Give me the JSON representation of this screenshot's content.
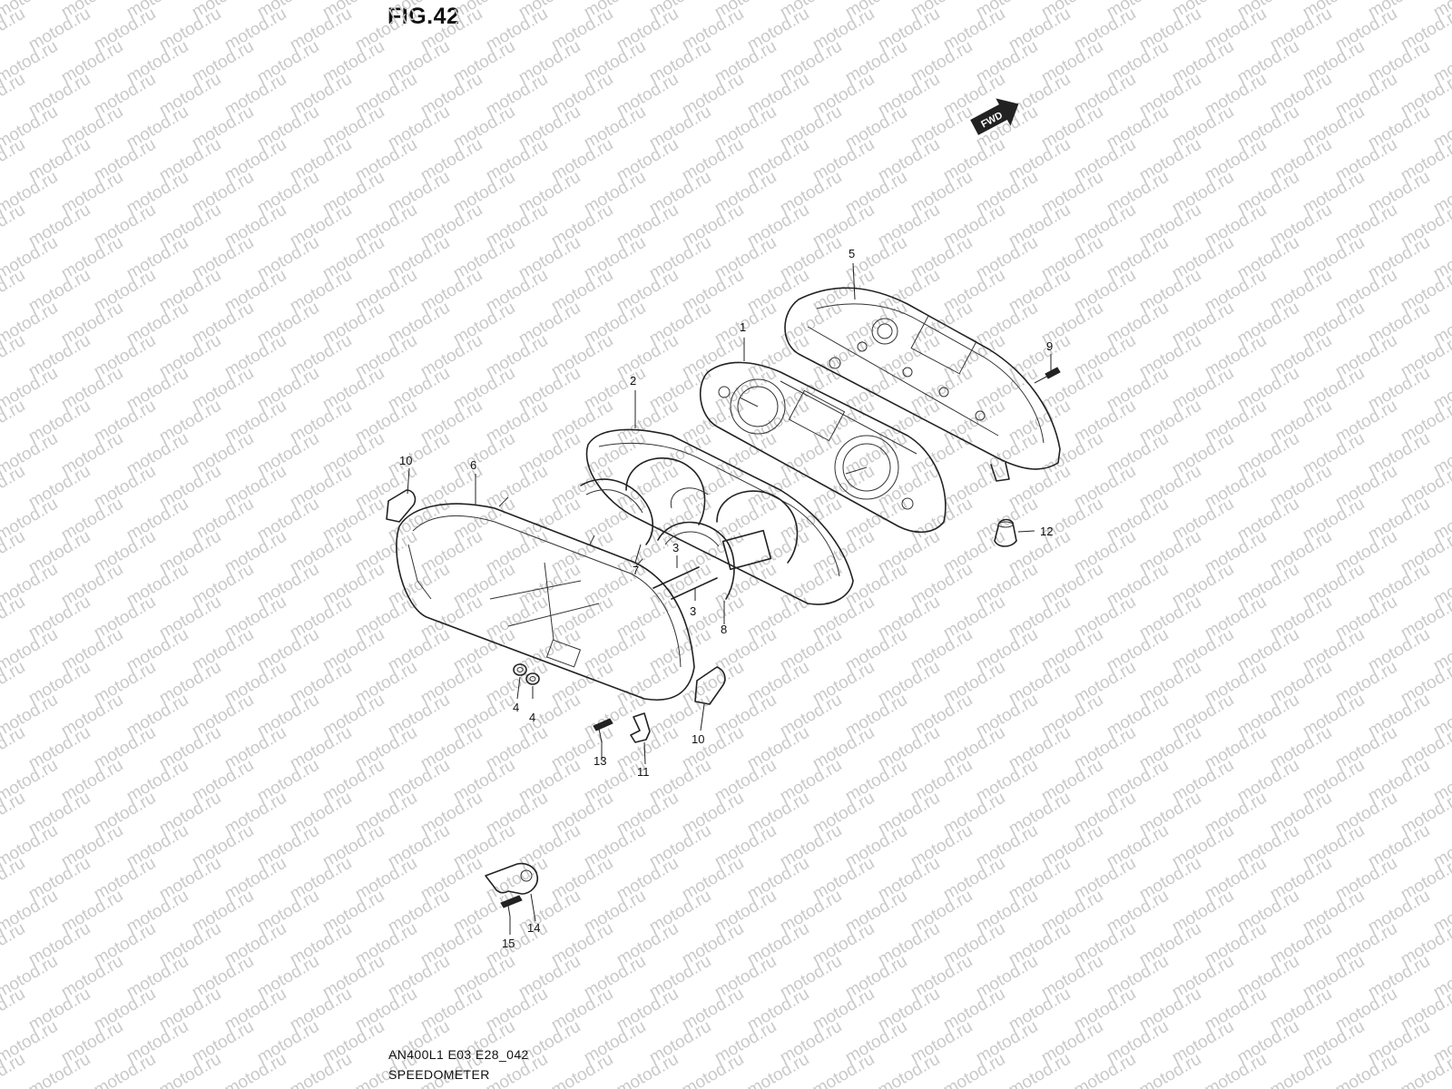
{
  "figure": {
    "title": "FIG.42",
    "code": "AN400L1 E03 E28_042",
    "caption": "SPEEDOMETER"
  },
  "watermark": {
    "text": "motod.ru",
    "color": "#c9c9c9"
  },
  "fwd": {
    "label": "FWD"
  },
  "callouts": [
    {
      "id": "c1",
      "label": "1"
    },
    {
      "id": "c2",
      "label": "2"
    },
    {
      "id": "c3a",
      "label": "3"
    },
    {
      "id": "c3b",
      "label": "3"
    },
    {
      "id": "c4a",
      "label": "4"
    },
    {
      "id": "c4b",
      "label": "4"
    },
    {
      "id": "c5",
      "label": "5"
    },
    {
      "id": "c6",
      "label": "6"
    },
    {
      "id": "c7",
      "label": "7"
    },
    {
      "id": "c8",
      "label": "8"
    },
    {
      "id": "c9",
      "label": "9"
    },
    {
      "id": "c10a",
      "label": "10"
    },
    {
      "id": "c10b",
      "label": "10"
    },
    {
      "id": "c11",
      "label": "11"
    },
    {
      "id": "c12",
      "label": "12"
    },
    {
      "id": "c13",
      "label": "13"
    },
    {
      "id": "c14",
      "label": "14"
    },
    {
      "id": "c15",
      "label": "15"
    }
  ]
}
